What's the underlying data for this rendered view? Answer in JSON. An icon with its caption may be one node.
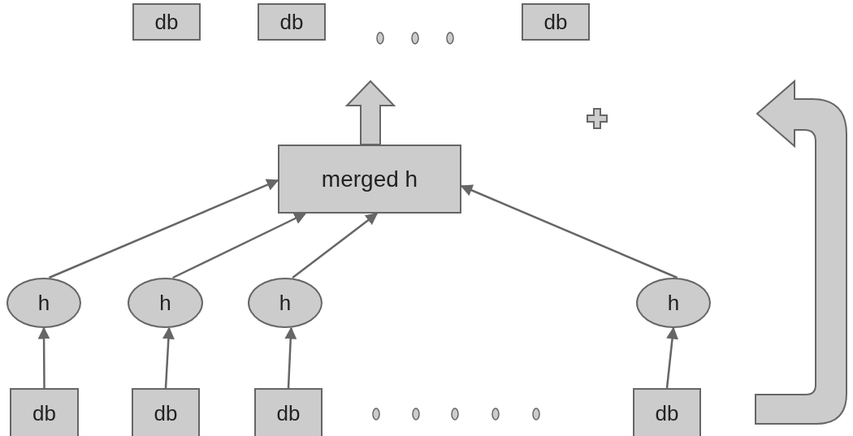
{
  "diagram": {
    "nodes": [
      {
        "text": [
          "db"
        ]
      },
      {
        "text": [
          "db"
        ]
      },
      {
        "text": [
          "db"
        ]
      },
      {
        "text": [
          "merged h"
        ]
      },
      {
        "text": [
          "h"
        ]
      },
      {
        "text": [
          "h"
        ]
      },
      {
        "text": [
          "h"
        ]
      },
      {
        "text": [
          "h"
        ]
      },
      {
        "text": [
          "db"
        ]
      },
      {
        "text": [
          "db"
        ]
      },
      {
        "text": [
          "db"
        ]
      },
      {
        "text": [
          "db"
        ]
      }
    ],
    "edges": [
      {
        "from": 8,
        "to": 4,
        "arrow": "to"
      },
      {
        "from": 9,
        "to": 5,
        "arrow": "to"
      },
      {
        "from": 10,
        "to": 6,
        "arrow": "to"
      },
      {
        "from": 11,
        "to": 7,
        "arrow": "to"
      },
      {
        "from": 4,
        "to": 3,
        "arrow": "to"
      },
      {
        "from": 5,
        "to": 3,
        "arrow": "to"
      },
      {
        "from": 6,
        "to": 3,
        "arrow": "to"
      },
      {
        "from": 7,
        "to": 3,
        "arrow": "to"
      },
      {
        "from": 3,
        "to": null,
        "arrow": "to",
        "style": "thick"
      }
    ]
  }
}
